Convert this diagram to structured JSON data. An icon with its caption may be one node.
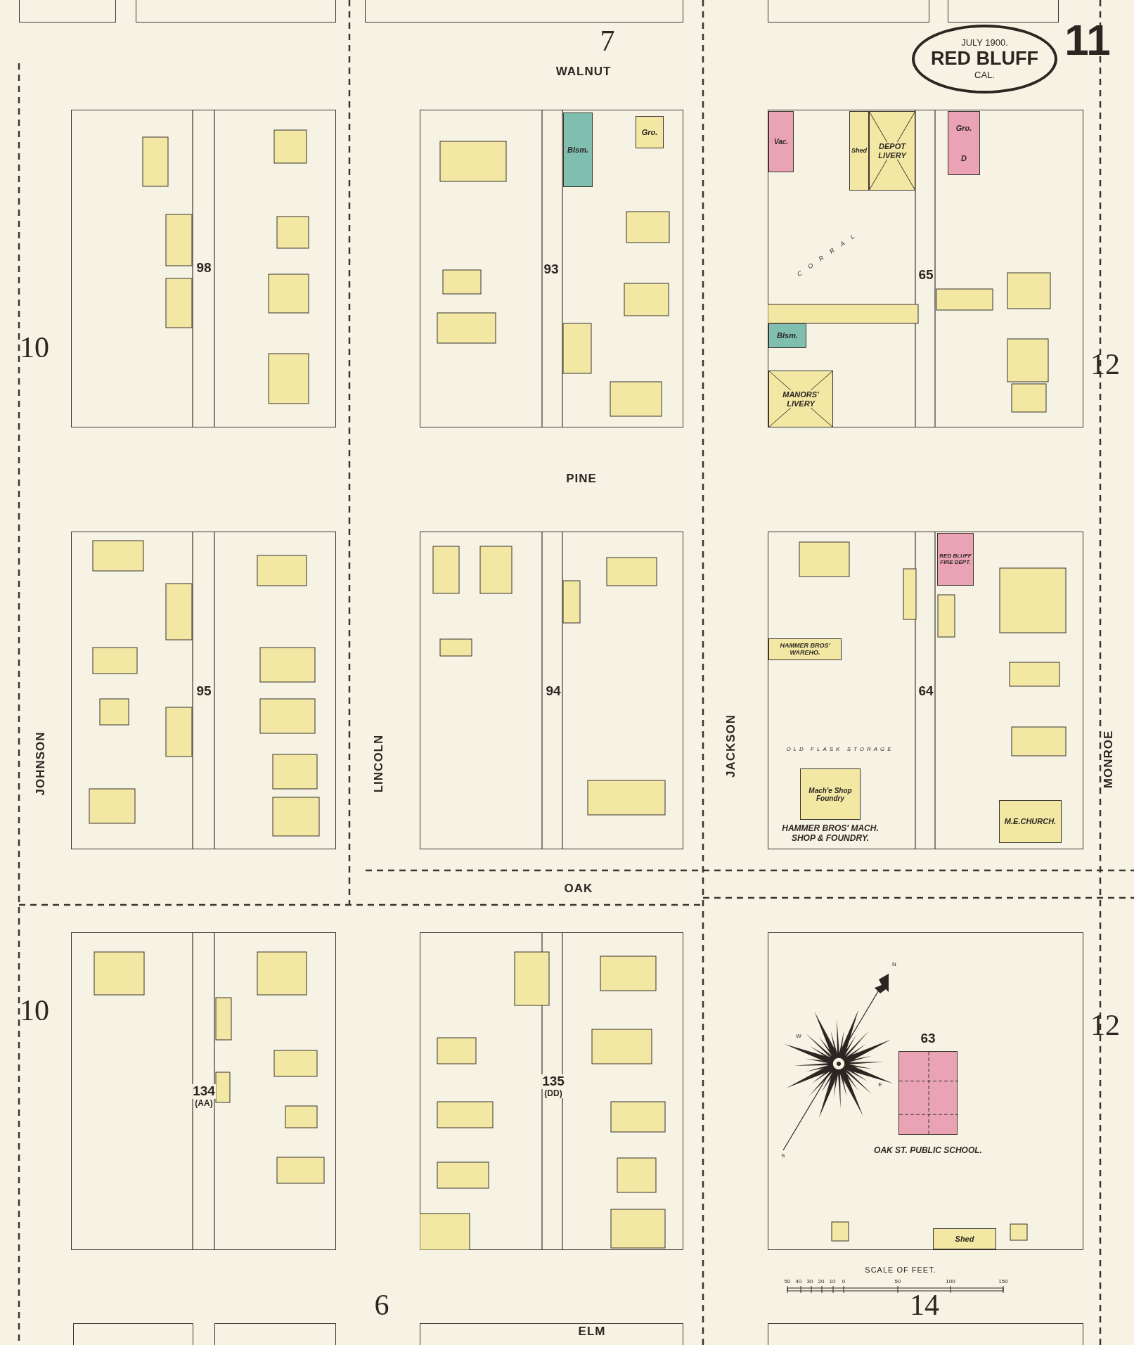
{
  "diagram": {
    "nodes": [
      {
        "text": [
          "JULY 1900.",
          "RED BLUFF",
          "CAL."
        ]
      },
      {
        "text": [
          "98"
        ]
      },
      {
        "text": [
          "93"
        ]
      },
      {
        "text": [
          "65"
        ]
      },
      {
        "text": [
          "95"
        ]
      },
      {
        "text": [
          "94"
        ]
      },
      {
        "text": [
          "64"
        ]
      },
      {
        "text": [
          "134",
          "(AA)"
        ]
      },
      {
        "text": [
          "135",
          "(DD)"
        ]
      },
      {
        "text": [
          "63"
        ]
      },
      {
        "text": [
          "Blsm."
        ],
        "in": 2
      },
      {
        "text": [
          "Gro."
        ],
        "in": 2
      },
      {
        "text": [
          "Vac."
        ],
        "in": 3
      },
      {
        "text": [
          "Shed"
        ],
        "in": 3
      },
      {
        "text": [
          "DEPOT LIVERY"
        ],
        "in": 3
      },
      {
        "text": [
          "Gro.",
          "D"
        ],
        "in": 3
      },
      {
        "text": [
          "Blsm."
        ],
        "in": 3
      },
      {
        "text": [
          "MANORS' LIVERY"
        ],
        "in": 3
      },
      {
        "text": [
          "RED BLUFF FIRE DEPT."
        ],
        "in": 6
      },
      {
        "text": [
          "HAMMER BROS' WAREHO."
        ],
        "in": 6
      },
      {
        "text": [
          "Mach'e Shop",
          "Foundry"
        ],
        "in": 6,
        "beside": [
          "HAMMER BROS' MACH. SHOP & FOUNDRY."
        ]
      },
      {
        "text": [
          "M.E.CHURCH."
        ],
        "in": 6
      },
      {
        "text": [
          "OAK ST. PUBLIC SCHOOL."
        ],
        "in": 9
      },
      {
        "text": [
          "Shed"
        ],
        "in": 9
      },
      {
        "text": [],
        "shape": "box"
      },
      {
        "text": [],
        "shape": "box"
      },
      {
        "text": [],
        "shape": "box"
      },
      {
        "text": [],
        "shape": "box"
      },
      {
        "text": [],
        "shape": "box"
      },
      {
        "text": [],
        "shape": "box"
      },
      {
        "text": [],
        "shape": "box"
      },
      {
        "text": [],
        "shape": "box"
      },
      {
        "text": [],
        "shape": "box"
      }
    ],
    "labels": [
      "WALNUT",
      "PINE",
      "OAK",
      "ELM",
      "JOHNSON",
      "LINCOLN",
      "JACKSON",
      "MONROE",
      "7",
      "10",
      "10",
      "12",
      "12",
      "6",
      "14",
      "11",
      "CORRAL",
      "OLD FLASK STORAGE",
      "N",
      "W",
      "E",
      "S",
      "SCALE OF FEET.",
      "50",
      "40",
      "30",
      "20",
      "10",
      "0",
      "50",
      "100",
      "150"
    ]
  }
}
